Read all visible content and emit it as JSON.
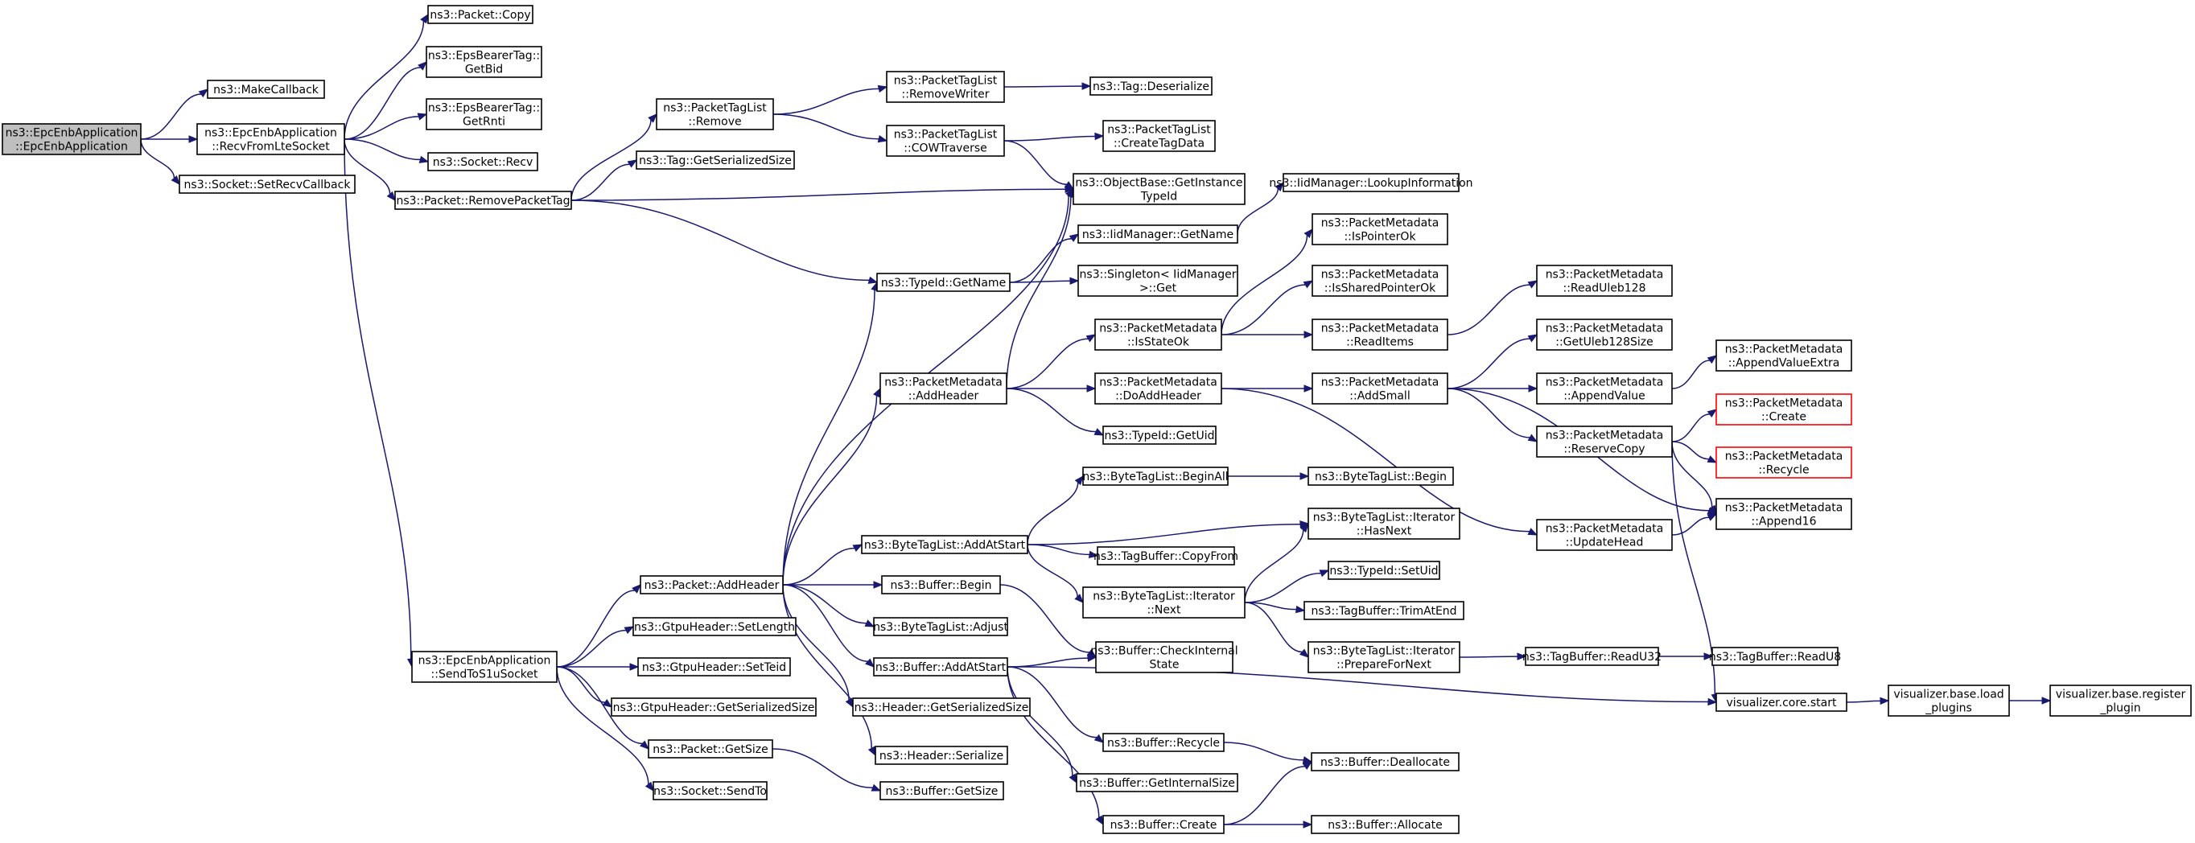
{
  "colors": {
    "edge": "#191970",
    "node_border": "#000000",
    "root_fill": "#bfbfbf",
    "missing_border": "#ff0000"
  },
  "nodes": {
    "n0": {
      "lines": [
        "ns3::EpcEnbApplication",
        "::EpcEnbApplication"
      ],
      "style": "root"
    },
    "n1": {
      "lines": [
        "ns3::MakeCallback"
      ]
    },
    "n2": {
      "lines": [
        "ns3::EpcEnbApplication",
        "::RecvFromLteSocket"
      ]
    },
    "n3": {
      "lines": [
        "ns3::Socket::SetRecvCallback"
      ]
    },
    "n4": {
      "lines": [
        "ns3::Packet::Copy"
      ]
    },
    "n5": {
      "lines": [
        "ns3::EpsBearerTag::",
        "GetBid"
      ]
    },
    "n6": {
      "lines": [
        "ns3::EpsBearerTag::",
        "GetRnti"
      ]
    },
    "n7": {
      "lines": [
        "ns3::Socket::Recv"
      ]
    },
    "n8": {
      "lines": [
        "ns3::Packet::RemovePacketTag"
      ]
    },
    "n9": {
      "lines": [
        "ns3::EpcEnbApplication",
        "::SendToS1uSocket"
      ]
    },
    "n10": {
      "lines": [
        "ns3::PacketTagList",
        "::Remove"
      ]
    },
    "n11": {
      "lines": [
        "ns3::Tag::GetSerializedSize"
      ]
    },
    "n12": {
      "lines": [
        "ns3::PacketTagList",
        "::RemoveWriter"
      ]
    },
    "n13": {
      "lines": [
        "ns3::PacketTagList",
        "::COWTraverse"
      ]
    },
    "n14": {
      "lines": [
        "ns3::Tag::Deserialize"
      ]
    },
    "n15": {
      "lines": [
        "ns3::PacketTagList",
        "::CreateTagData"
      ]
    },
    "n16": {
      "lines": [
        "ns3::ObjectBase::GetInstance",
        "TypeId"
      ]
    },
    "n17": {
      "lines": [
        "ns3::TypeId::GetName"
      ]
    },
    "n18": {
      "lines": [
        "ns3::IidManager::GetName"
      ]
    },
    "n19": {
      "lines": [
        "ns3::IidManager::LookupInformation"
      ]
    },
    "n20": {
      "lines": [
        "ns3::Singleton< IidManager",
        ">::Get"
      ]
    },
    "n21": {
      "lines": [
        "ns3::Packet::AddHeader"
      ]
    },
    "n22": {
      "lines": [
        "ns3::GtpuHeader::SetLength"
      ]
    },
    "n23": {
      "lines": [
        "ns3::GtpuHeader::SetTeid"
      ]
    },
    "n24": {
      "lines": [
        "ns3::GtpuHeader::GetSerializedSize"
      ]
    },
    "n25": {
      "lines": [
        "ns3::Packet::GetSize"
      ]
    },
    "n26": {
      "lines": [
        "ns3::Socket::SendTo"
      ]
    },
    "n27": {
      "lines": [
        "ns3::PacketMetadata",
        "::AddHeader"
      ]
    },
    "n28": {
      "lines": [
        "ns3::PacketMetadata",
        "::IsStateOk"
      ]
    },
    "n29": {
      "lines": [
        "ns3::PacketMetadata",
        "::DoAddHeader"
      ]
    },
    "n30": {
      "lines": [
        "ns3::TypeId::GetUid"
      ]
    },
    "n31": {
      "lines": [
        "ns3::PacketMetadata",
        "::IsPointerOk"
      ]
    },
    "n32": {
      "lines": [
        "ns3::PacketMetadata",
        "::IsSharedPointerOk"
      ]
    },
    "n33": {
      "lines": [
        "ns3::PacketMetadata",
        "::ReadItems"
      ]
    },
    "n34": {
      "lines": [
        "ns3::PacketMetadata",
        "::ReadUleb128"
      ]
    },
    "n35": {
      "lines": [
        "ns3::PacketMetadata",
        "::AddSmall"
      ]
    },
    "n36": {
      "lines": [
        "ns3::PacketMetadata",
        "::GetUleb128Size"
      ]
    },
    "n37": {
      "lines": [
        "ns3::PacketMetadata",
        "::AppendValue"
      ]
    },
    "n38": {
      "lines": [
        "ns3::PacketMetadata",
        "::AppendValueExtra"
      ]
    },
    "n39": {
      "lines": [
        "ns3::PacketMetadata",
        "::ReserveCopy"
      ]
    },
    "n40": {
      "lines": [
        "ns3::PacketMetadata",
        "::Create"
      ],
      "style": "red"
    },
    "n41": {
      "lines": [
        "ns3::PacketMetadata",
        "::Recycle"
      ],
      "style": "red"
    },
    "n42": {
      "lines": [
        "ns3::PacketMetadata",
        "::Append16"
      ]
    },
    "n43": {
      "lines": [
        "ns3::PacketMetadata",
        "::UpdateHead"
      ]
    },
    "n44": {
      "lines": [
        "ns3::ByteTagList::AddAtStart"
      ]
    },
    "n45": {
      "lines": [
        "ns3::Buffer::Begin"
      ]
    },
    "n46": {
      "lines": [
        "ns3::ByteTagList::Adjust"
      ]
    },
    "n47": {
      "lines": [
        "ns3::Buffer::AddAtStart"
      ]
    },
    "n48": {
      "lines": [
        "ns3::Header::GetSerializedSize"
      ]
    },
    "n49": {
      "lines": [
        "ns3::Header::Serialize"
      ]
    },
    "n50": {
      "lines": [
        "ns3::Buffer::GetSize"
      ]
    },
    "n51": {
      "lines": [
        "ns3::ByteTagList::BeginAll"
      ]
    },
    "n52": {
      "lines": [
        "ns3::ByteTagList::Begin"
      ]
    },
    "n53": {
      "lines": [
        "ns3::TagBuffer::CopyFrom"
      ]
    },
    "n54": {
      "lines": [
        "ns3::ByteTagList::Iterator",
        "::Next"
      ]
    },
    "n55": {
      "lines": [
        "ns3::ByteTagList::Iterator",
        "::HasNext"
      ]
    },
    "n56": {
      "lines": [
        "ns3::TypeId::SetUid"
      ]
    },
    "n57": {
      "lines": [
        "ns3::TagBuffer::TrimAtEnd"
      ]
    },
    "n58": {
      "lines": [
        "ns3::ByteTagList::Iterator",
        "::PrepareForNext"
      ]
    },
    "n59": {
      "lines": [
        "ns3::TagBuffer::ReadU32"
      ]
    },
    "n60": {
      "lines": [
        "ns3::TagBuffer::ReadU8"
      ]
    },
    "n61": {
      "lines": [
        "ns3::Buffer::CheckInternal",
        "State"
      ]
    },
    "n62": {
      "lines": [
        "visualizer.core.start"
      ]
    },
    "n63": {
      "lines": [
        "visualizer.base.load",
        "_plugins"
      ]
    },
    "n64": {
      "lines": [
        "visualizer.base.register",
        "_plugin"
      ]
    },
    "n65": {
      "lines": [
        "ns3::Buffer::Recycle"
      ]
    },
    "n66": {
      "lines": [
        "ns3::Buffer::GetInternalSize"
      ]
    },
    "n67": {
      "lines": [
        "ns3::Buffer::Create"
      ]
    },
    "n68": {
      "lines": [
        "ns3::Buffer::Deallocate"
      ]
    },
    "n69": {
      "lines": [
        "ns3::Buffer::Allocate"
      ]
    }
  },
  "edges": [
    [
      "n0",
      "n1"
    ],
    [
      "n0",
      "n2"
    ],
    [
      "n0",
      "n3"
    ],
    [
      "n2",
      "n4"
    ],
    [
      "n2",
      "n5"
    ],
    [
      "n2",
      "n6"
    ],
    [
      "n2",
      "n7"
    ],
    [
      "n2",
      "n8"
    ],
    [
      "n2",
      "n9"
    ],
    [
      "n8",
      "n10"
    ],
    [
      "n8",
      "n11"
    ],
    [
      "n8",
      "n16"
    ],
    [
      "n8",
      "n17"
    ],
    [
      "n10",
      "n12"
    ],
    [
      "n10",
      "n13"
    ],
    [
      "n12",
      "n14"
    ],
    [
      "n13",
      "n15"
    ],
    [
      "n13",
      "n16"
    ],
    [
      "n17",
      "n18"
    ],
    [
      "n17",
      "n20"
    ],
    [
      "n18",
      "n19"
    ],
    [
      "n9",
      "n21"
    ],
    [
      "n9",
      "n22"
    ],
    [
      "n9",
      "n23"
    ],
    [
      "n9",
      "n24"
    ],
    [
      "n9",
      "n25"
    ],
    [
      "n9",
      "n26"
    ],
    [
      "n21",
      "n16"
    ],
    [
      "n21",
      "n17"
    ],
    [
      "n21",
      "n27"
    ],
    [
      "n21",
      "n44"
    ],
    [
      "n21",
      "n45"
    ],
    [
      "n21",
      "n46"
    ],
    [
      "n21",
      "n47"
    ],
    [
      "n21",
      "n48"
    ],
    [
      "n21",
      "n49"
    ],
    [
      "n25",
      "n50"
    ],
    [
      "n27",
      "n16"
    ],
    [
      "n27",
      "n28"
    ],
    [
      "n27",
      "n29"
    ],
    [
      "n27",
      "n30"
    ],
    [
      "n28",
      "n31"
    ],
    [
      "n28",
      "n32"
    ],
    [
      "n28",
      "n33"
    ],
    [
      "n33",
      "n34"
    ],
    [
      "n29",
      "n35"
    ],
    [
      "n29",
      "n43"
    ],
    [
      "n35",
      "n36"
    ],
    [
      "n35",
      "n37"
    ],
    [
      "n35",
      "n39"
    ],
    [
      "n35",
      "n42"
    ],
    [
      "n37",
      "n38"
    ],
    [
      "n39",
      "n40"
    ],
    [
      "n39",
      "n41"
    ],
    [
      "n39",
      "n42"
    ],
    [
      "n39",
      "n62"
    ],
    [
      "n43",
      "n42"
    ],
    [
      "n44",
      "n51"
    ],
    [
      "n44",
      "n53"
    ],
    [
      "n44",
      "n54"
    ],
    [
      "n44",
      "n55"
    ],
    [
      "n51",
      "n52"
    ],
    [
      "n54",
      "n55"
    ],
    [
      "n54",
      "n56"
    ],
    [
      "n54",
      "n57"
    ],
    [
      "n54",
      "n58"
    ],
    [
      "n58",
      "n59"
    ],
    [
      "n59",
      "n60"
    ],
    [
      "n45",
      "n61"
    ],
    [
      "n47",
      "n61"
    ],
    [
      "n47",
      "n62"
    ],
    [
      "n47",
      "n65"
    ],
    [
      "n47",
      "n66"
    ],
    [
      "n47",
      "n67"
    ],
    [
      "n62",
      "n63"
    ],
    [
      "n63",
      "n64"
    ],
    [
      "n65",
      "n68"
    ],
    [
      "n67",
      "n68"
    ],
    [
      "n67",
      "n69"
    ]
  ]
}
